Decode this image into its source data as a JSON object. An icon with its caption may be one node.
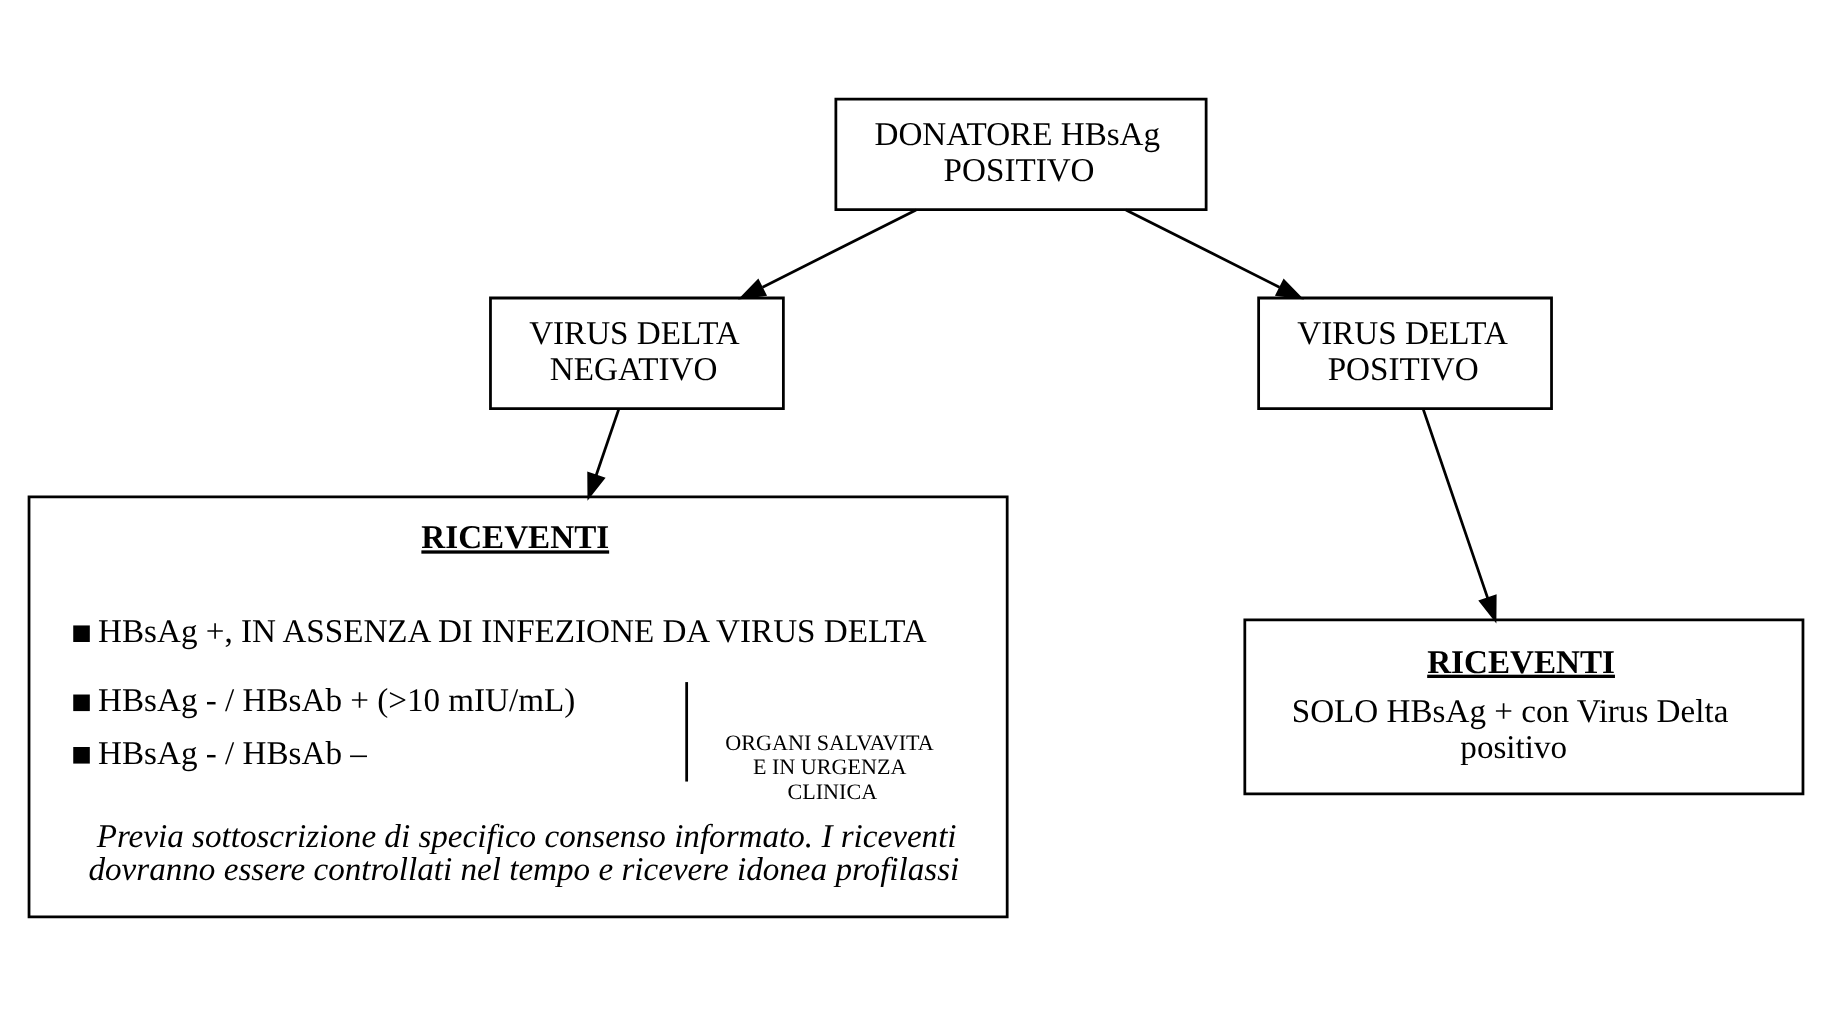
{
  "diagram": {
    "nodes": [
      {
        "text": [
          "DONATORE HBsAg POSITIVO"
        ]
      },
      {
        "text": [
          "VIRUS DELTA NEGATIVO"
        ]
      },
      {
        "text": [
          "VIRUS DELTA POSITIVO"
        ]
      },
      {
        "text": [
          "RICEVENTI",
          "HBsAg +, IN ASSENZA DI INFEZIONE DA VIRUS DELTA",
          "HBsAg - / HBsAb + (>10 mIU/mL)",
          "HBsAg - / HBsAb –",
          "ORGANI SALVAVITA E IN URGENZA CLINICA",
          "Previa sottoscrizione di specifico consenso informato. I riceventi dovranno essere controllati nel tempo e ricevere idonea profilassi"
        ]
      },
      {
        "text": [
          "RICEVENTI",
          "SOLO HBsAg + con Virus Delta positivo"
        ]
      }
    ],
    "edges": [
      {
        "from": 0,
        "to": 1,
        "arrow": "to"
      },
      {
        "from": 0,
        "to": 2,
        "arrow": "to"
      },
      {
        "from": 1,
        "to": 3,
        "arrow": "to"
      },
      {
        "from": 2,
        "to": 4,
        "arrow": "to"
      }
    ]
  }
}
